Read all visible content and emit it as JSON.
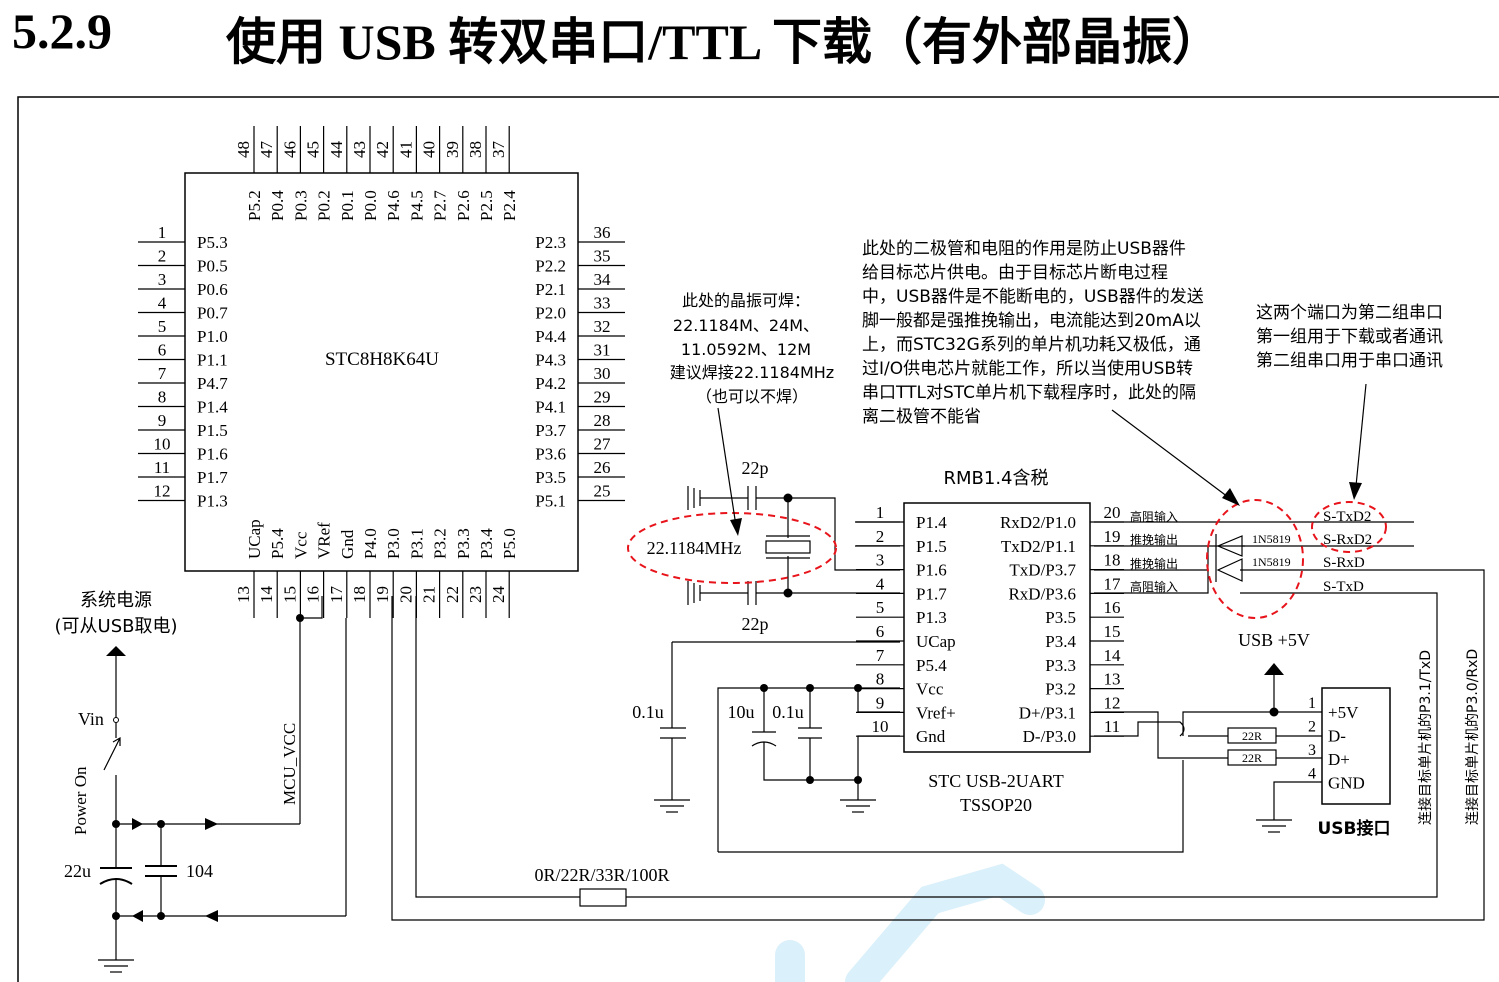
{
  "header": {
    "section_number": "5.2.9",
    "title": "使用 USB 转双串口/TTL 下载（有外部晶振）"
  },
  "mcu": {
    "name": "STC8H8K64U",
    "left_pins": [
      {
        "num": "1",
        "name": "P5.3"
      },
      {
        "num": "2",
        "name": "P0.5"
      },
      {
        "num": "3",
        "name": "P0.6"
      },
      {
        "num": "4",
        "name": "P0.7"
      },
      {
        "num": "5",
        "name": "P1.0"
      },
      {
        "num": "6",
        "name": "P1.1"
      },
      {
        "num": "7",
        "name": "P4.7"
      },
      {
        "num": "8",
        "name": "P1.4"
      },
      {
        "num": "9",
        "name": "P1.5"
      },
      {
        "num": "10",
        "name": "P1.6"
      },
      {
        "num": "11",
        "name": "P1.7"
      },
      {
        "num": "12",
        "name": "P1.3"
      }
    ],
    "right_pins": [
      {
        "num": "36",
        "name": "P2.3"
      },
      {
        "num": "35",
        "name": "P2.2"
      },
      {
        "num": "34",
        "name": "P2.1"
      },
      {
        "num": "33",
        "name": "P2.0"
      },
      {
        "num": "32",
        "name": "P4.4"
      },
      {
        "num": "31",
        "name": "P4.3"
      },
      {
        "num": "30",
        "name": "P4.2"
      },
      {
        "num": "29",
        "name": "P4.1"
      },
      {
        "num": "28",
        "name": "P3.7"
      },
      {
        "num": "27",
        "name": "P3.6"
      },
      {
        "num": "26",
        "name": "P3.5"
      },
      {
        "num": "25",
        "name": "P5.1"
      }
    ],
    "top_pins": [
      {
        "num": "48",
        "name": "P5.2"
      },
      {
        "num": "47",
        "name": "P0.4"
      },
      {
        "num": "46",
        "name": "P0.3"
      },
      {
        "num": "45",
        "name": "P0.2"
      },
      {
        "num": "44",
        "name": "P0.1"
      },
      {
        "num": "43",
        "name": "P0.0"
      },
      {
        "num": "42",
        "name": "P4.6"
      },
      {
        "num": "41",
        "name": "P4.5"
      },
      {
        "num": "40",
        "name": "P2.7"
      },
      {
        "num": "39",
        "name": "P2.6"
      },
      {
        "num": "38",
        "name": "P2.5"
      },
      {
        "num": "37",
        "name": "P2.4"
      }
    ],
    "bottom_pins": [
      {
        "num": "13",
        "name": "UCap"
      },
      {
        "num": "14",
        "name": "P5.4"
      },
      {
        "num": "15",
        "name": "Vcc"
      },
      {
        "num": "16",
        "name": "VRef"
      },
      {
        "num": "17",
        "name": "Gnd"
      },
      {
        "num": "18",
        "name": "P4.0"
      },
      {
        "num": "19",
        "name": "P3.0"
      },
      {
        "num": "20",
        "name": "P3.1"
      },
      {
        "num": "21",
        "name": "P3.2"
      },
      {
        "num": "22",
        "name": "P3.3"
      },
      {
        "num": "23",
        "name": "P3.4"
      },
      {
        "num": "24",
        "name": "P5.0"
      }
    ]
  },
  "bridge": {
    "top_label": "RMB1.4含税",
    "name": "STC USB-2UART",
    "package": "TSSOP20",
    "left_pins": [
      {
        "num": "1",
        "name": "P1.4"
      },
      {
        "num": "2",
        "name": "P1.5"
      },
      {
        "num": "3",
        "name": "P1.6"
      },
      {
        "num": "4",
        "name": "P1.7"
      },
      {
        "num": "5",
        "name": "P1.3"
      },
      {
        "num": "6",
        "name": "UCap"
      },
      {
        "num": "7",
        "name": "P5.4"
      },
      {
        "num": "8",
        "name": "Vcc"
      },
      {
        "num": "9",
        "name": "Vref+"
      },
      {
        "num": "10",
        "name": "Gnd"
      }
    ],
    "right_pins": [
      {
        "num": "20",
        "name": "RxD2/P1.0"
      },
      {
        "num": "19",
        "name": "TxD2/P1.1"
      },
      {
        "num": "18",
        "name": "TxD/P3.7"
      },
      {
        "num": "17",
        "name": "RxD/P3.6"
      },
      {
        "num": "16",
        "name": "P3.5"
      },
      {
        "num": "15",
        "name": "P3.4"
      },
      {
        "num": "14",
        "name": "P3.3"
      },
      {
        "num": "13",
        "name": "P3.2"
      },
      {
        "num": "12",
        "name": "D+/P3.1"
      },
      {
        "num": "11",
        "name": "D-/P3.0"
      }
    ],
    "pin_modes": [
      "高阻输入",
      "推挽输出",
      "推挽输出",
      "高阻输入"
    ]
  },
  "signals": {
    "s_txd2": "S-TxD2",
    "s_rxd2": "S-RxD2",
    "s_rxd": "S-RxD",
    "s_txd": "S-TxD",
    "diode": "1N5819",
    "diode_b": "1N5819",
    "vertical_1": "连接目标单片机的P3.1/TxD",
    "vertical_2": "连接目标单片机的P3.0/RxD"
  },
  "crystal": {
    "label": "22.1184MHz",
    "cap_top": "22p",
    "cap_bottom": "22p",
    "note": [
      "此处的晶振可焊：",
      "22.1184M、24M、",
      "11.0592M、12M",
      "建议焊接22.1184MHz"
    ],
    "note_optional": "（也可以不焊）"
  },
  "notes": {
    "diode_note": [
      "此处的二极管和电阻的作用是防止USB器件",
      "给目标芯片供电。由于目标芯片断电过程",
      "中，USB器件是不能断电的，USB器件的发送",
      "脚一般都是强推挽输出，电流能达到20mA以",
      "上，而STC32G系列的单片机功耗又极低，通",
      "过I/O供电芯片就能工作，所以当使用USB转",
      "串口TTL对STC单片机下载程序时，此处的隔",
      "离二极管不能省"
    ],
    "port_note": [
      "这两个端口为第二组串口",
      "第一组用于下载或者通讯",
      "第二组串口用于串口通讯"
    ]
  },
  "power": {
    "title": "系统电源",
    "subtitle": "(可从USB取电)",
    "vin": "Vin",
    "switch": "Power On",
    "net": "MCU_VCC",
    "cap1": "22u",
    "cap2": "104"
  },
  "caps": {
    "c_ucap": "0.1u",
    "c_10u": "10u",
    "c_01u": "0.1u"
  },
  "usb": {
    "supply": "USB +5V",
    "r1": "22R",
    "r2": "22R",
    "label": "USB接口",
    "pins": [
      {
        "num": "1",
        "name": "+5V"
      },
      {
        "num": "2",
        "name": "D-"
      },
      {
        "num": "3",
        "name": "D+"
      },
      {
        "num": "4",
        "name": "GND"
      }
    ]
  },
  "resistor": {
    "label": "0R/22R/33R/100R"
  },
  "colors": {
    "highlight": "#e8141b",
    "note_blue": "#1e1ee6",
    "line": "#000000",
    "watermark": "#1aa3e0"
  }
}
